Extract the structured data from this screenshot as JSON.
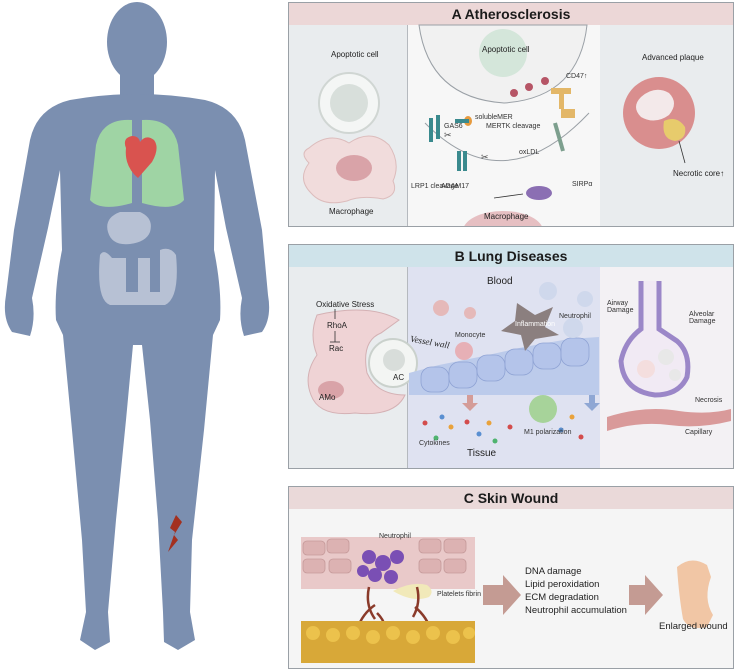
{
  "panel_a": {
    "title": "A  Atherosclerosis",
    "apoptotic_cell": "Apoptotic cell",
    "macrophage": "Macrophage",
    "center_apoptotic_cell": "Apoptotic cell",
    "center_macrophage": "Macrophage",
    "cd47": "CD47↑",
    "soluble_mer": "solubleMER",
    "mertk_cleavage": "MERTK cleavage",
    "gas6": "GAS6",
    "lrp1_cleavage": "LRP1 cleavage",
    "adam17": "ADAM17",
    "oxldl": "oxLDL",
    "sirpa": "SIRPα",
    "advanced_plaque": "Advanced plaque",
    "necrotic_core": "Necrotic core↑"
  },
  "panel_b": {
    "title": "B  Lung Diseases",
    "oxidative_stress": "Oxidative Stress",
    "rhoa": "RhoA",
    "rac": "Rac",
    "ac": "AC",
    "amo": "AMo",
    "blood": "Blood",
    "monocyte": "Monocyte",
    "inflammation": "Inflammation",
    "neutrophil": "Neutrophil",
    "vessel_wall": "Vessel wall",
    "cytokines": "Cytokines",
    "m1_polarization": "M1 polarization",
    "tissue": "Tissue",
    "airway_damage": "Airway\nDamage",
    "alveolar_damage": "Alveolar\nDamage",
    "necrosis": "Necrosis",
    "capillary": "Capillary"
  },
  "panel_c": {
    "title": "C  Skin Wound",
    "neutrophil": "Neutrophil",
    "platelets_fibrin": "Platelets fibrin",
    "effects": [
      "DNA damage",
      "Lipid peroxidation",
      "ECM degradation",
      "Neutrophil accumulation"
    ],
    "enlarged_wound": "Enlarged wound"
  },
  "colors": {
    "body": "#7b8fb0",
    "lungs": "#9fd4a4",
    "heart": "#d9534f",
    "panel_bg": "#e6e8eb",
    "header_a": "#ecd7d7",
    "header_b": "#cfe3ea",
    "header_c": "#ead9d9"
  }
}
